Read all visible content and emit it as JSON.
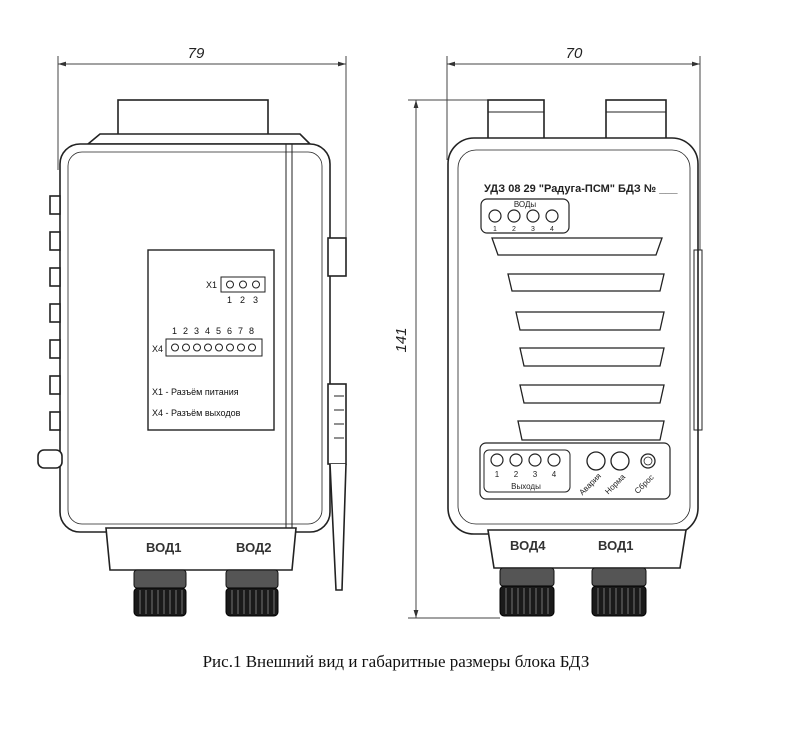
{
  "dimensions": {
    "left_width": "79",
    "right_width": "70",
    "height": "141"
  },
  "left_view": {
    "connector_x1": "X1",
    "x1_pins": [
      "1",
      "2",
      "3"
    ],
    "connector_x4": "X4",
    "x4_pins": [
      "1",
      "2",
      "3",
      "4",
      "5",
      "6",
      "7",
      "8"
    ],
    "legend_x1": "X1 - Разъём питания",
    "legend_x4": "X4 - Разъём выходов",
    "port_left": "ВОД1",
    "port_right": "ВОД2"
  },
  "right_view": {
    "header": "УДЗ 08 29 \"Радуга-ПСМ\" БДЗ № ___",
    "vod_group_title": "ВОДы",
    "vod_numbers": [
      "1",
      "2",
      "3",
      "4"
    ],
    "out_group_title": "Выходы",
    "out_numbers": [
      "1",
      "2",
      "3",
      "4"
    ],
    "btn_alarm": "Авария",
    "btn_normal": "Норма",
    "btn_reset": "Сброс",
    "port_left": "ВОД4",
    "port_right": "ВОД1"
  },
  "caption": "Рис.1 Внешний вид и габаритные размеры блока БДЗ"
}
